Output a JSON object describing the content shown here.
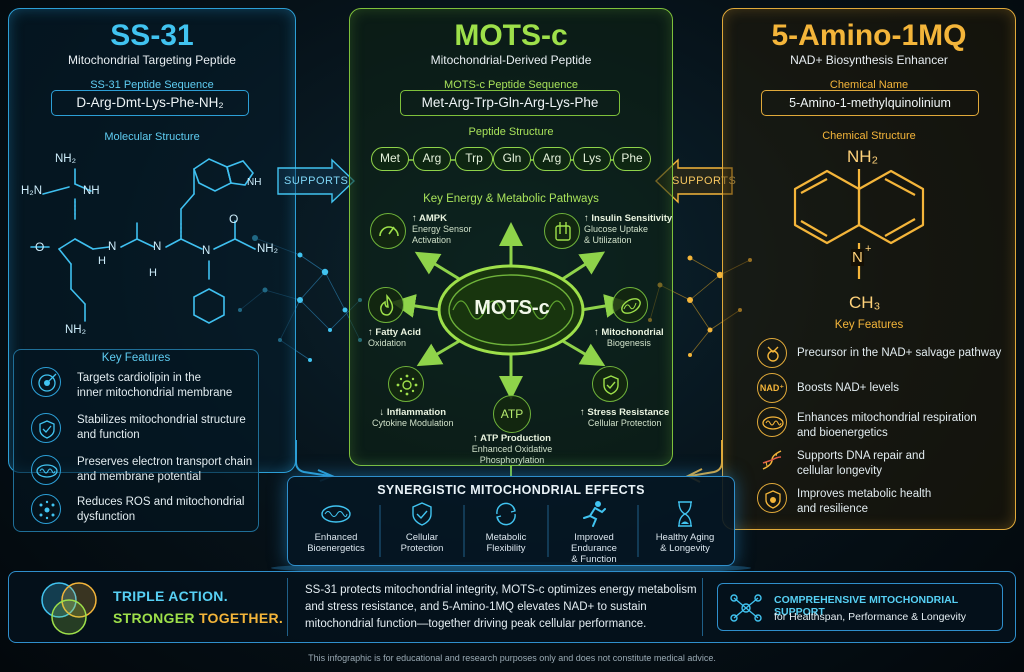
{
  "ss31": {
    "title": "SS-31",
    "subtitle": "Mitochondrial Targeting Peptide",
    "seq_heading": "SS-31 Peptide Sequence",
    "sequence": "D-Arg-Dmt-Lys-Phe-NH₂",
    "structure_heading": "Molecular Structure",
    "features_heading": "Key Features",
    "features": [
      {
        "line1": "Targets cardiolipin in the",
        "line2": "inner mitochondrial membrane"
      },
      {
        "line1": "Stabilizes mitochondrial structure",
        "line2": "and function"
      },
      {
        "line1": "Preserves electron transport chain",
        "line2": "and membrane potential"
      },
      {
        "line1": "Reduces ROS and mitochondrial",
        "line2": "dysfunction"
      }
    ],
    "atoms": {
      "nh2_top": "NH₂",
      "hn_left": "H₂N",
      "nh": "NH",
      "o_left": "O",
      "n1": "N",
      "h1": "H",
      "n2": "N",
      "h2": "H",
      "n3": "N",
      "o_right": "O",
      "nh2_right": "NH₂",
      "nh2_bottom": "NH₂",
      "indole_nh": "NH"
    }
  },
  "mots": {
    "title": "MOTS-c",
    "subtitle": "Mitochondrial-Derived Peptide",
    "seq_heading": "MOTS-c Peptide Sequence",
    "sequence": "Met-Arg-Trp-Gln-Arg-Lys-Phe",
    "structure_heading": "Peptide Structure",
    "residues": [
      "Met",
      "Arg",
      "Trp",
      "Gln",
      "Arg",
      "Lys",
      "Phe"
    ],
    "pathways_heading": "Key Energy & Metabolic Pathways",
    "center_label": "MOTS-c",
    "pathways": {
      "ampk": {
        "title": "↑ AMPK",
        "l1": "Energy Sensor",
        "l2": "Activation"
      },
      "insulin": {
        "title": "↑ Insulin Sensitivity",
        "l1": "Glucose Uptake",
        "l2": "& Utilization"
      },
      "fatty": {
        "title": "↑ Fatty Acid",
        "l1": "Oxidation"
      },
      "mito": {
        "title": "↑ Mitochondrial",
        "l1": "Biogenesis"
      },
      "inflam": {
        "title": "↓ Inflammation",
        "l1": "Cytokine Modulation"
      },
      "stress": {
        "title": "↑ Stress Resistance",
        "l1": "Cellular Protection"
      },
      "atp": {
        "title": "↑ ATP Production",
        "l1": "Enhanced Oxidative Phosphorylation",
        "icon_text": "ATP"
      }
    }
  },
  "amino": {
    "title": "5-Amino-1MQ",
    "subtitle": "NAD+ Biosynthesis Enhancer",
    "name_heading": "Chemical Name",
    "chemical_name": "5-Amino-1-methylquinolinium",
    "structure_heading": "Chemical Structure",
    "atoms": {
      "nh2": "NH₂",
      "n": "N",
      "plus": "+",
      "ch3": "CH₃"
    },
    "features_heading": "Key Features",
    "nad_icon": "NAD⁺",
    "features": [
      {
        "line1": "Precursor in the NAD+ salvage pathway",
        "line2": ""
      },
      {
        "line1": "Boosts NAD+ levels",
        "line2": ""
      },
      {
        "line1": "Enhances mitochondrial respiration",
        "line2": "and bioenergetics"
      },
      {
        "line1": "Supports DNA repair and",
        "line2": "cellular longevity"
      },
      {
        "line1": "Improves metabolic health",
        "line2": "and resilience"
      }
    ]
  },
  "supports_left": "SUPPORTS",
  "supports_right": "SUPPORTS",
  "synergy": {
    "title": "SYNERGISTIC MITOCHONDRIAL EFFECTS",
    "items": [
      {
        "l1": "Enhanced",
        "l2": "Bioenergetics"
      },
      {
        "l1": "Cellular",
        "l2": "Protection"
      },
      {
        "l1": "Metabolic",
        "l2": "Flexibility"
      },
      {
        "l1": "Improved Endurance",
        "l2": "& Function"
      },
      {
        "l1": "Healthy Aging",
        "l2": "& Longevity"
      }
    ]
  },
  "bottom": {
    "tag1": "TRIPLE ACTION.",
    "tag2a": "STRONGER ",
    "tag2b": "TOGETHER.",
    "desc1": "SS-31 protects mitochondrial integrity, MOTS-c optimizes energy metabolism",
    "desc2": "and stress resistance, and 5-Amino-1MQ elevates NAD+ to sustain",
    "desc3": "mitochondrial function—together driving peak cellular performance.",
    "cta_title": "COMPREHENSIVE MITOCHONDRIAL SUPPORT",
    "cta_sub": "for Healthspan, Performance & Longevity"
  },
  "disclaimer": "This infographic is for educational and research purposes only and does not constitute medical advice.",
  "colors": {
    "ss31": "#41c3f0",
    "mots": "#9ee04a",
    "amino": "#f4b53a",
    "synergy": "#2f8fcc"
  }
}
